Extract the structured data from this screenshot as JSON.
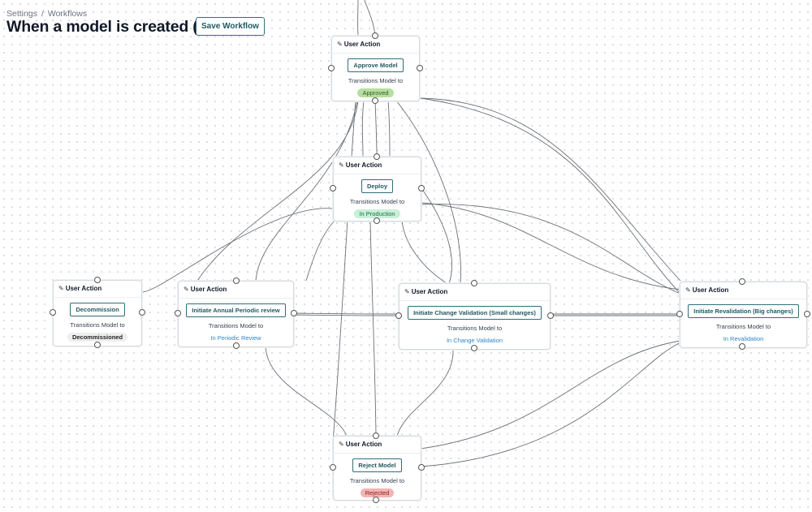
{
  "breadcrumb": {
    "settings": "Settings",
    "separator": "/",
    "workflows": "Workflows"
  },
  "page_title": "When a model is created (v1)",
  "save_button": "Save Workflow",
  "node_header": "User Action",
  "transitions_label": "Transitions Model to",
  "nodes": {
    "approve": {
      "action": "Approve Model",
      "status": "Approved"
    },
    "deploy": {
      "action": "Deploy",
      "status": "In Production"
    },
    "decommission": {
      "action": "Decommission",
      "status": "Decommissioned"
    },
    "periodic": {
      "action": "Initiate Annual Periodic review",
      "status": "In Periodic Review"
    },
    "change": {
      "action": "Initiate Change Validation (Small changes)",
      "status": "In Change Validation"
    },
    "revalidation": {
      "action": "Initiate Revalidation (Big changes)",
      "status": "In Revalidation"
    },
    "reject": {
      "action": "Reject Model",
      "status": "Rejected"
    }
  },
  "status_colors": {
    "approved": "#b7dea0",
    "in_production": "#c8f0d8",
    "decommissioned": "#eeeeee",
    "in_review": "#2b86c9",
    "rejected": "#f4b4b4"
  }
}
